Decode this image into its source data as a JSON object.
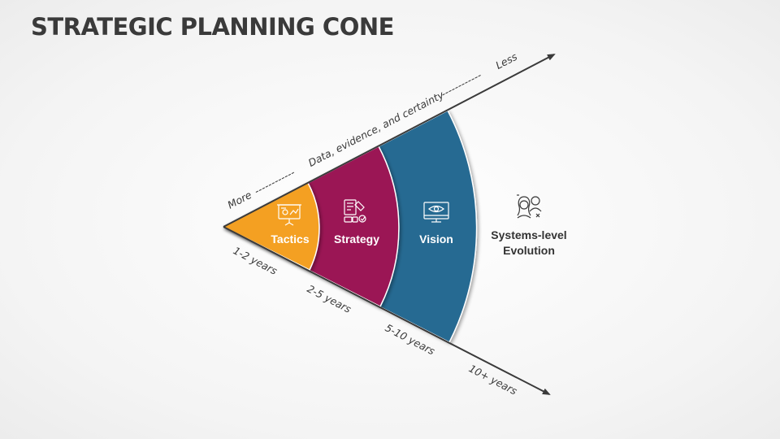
{
  "title": "STRATEGIC PLANNING CONE",
  "axis": {
    "more": "More",
    "less": "Less",
    "middle": "Data, evidence, and certainty",
    "dash_left": "------------",
    "dash_right": "------------"
  },
  "segments": [
    {
      "label": "Tactics",
      "time": "1-2 years",
      "color": "#f4a023",
      "icon": "presentation-board-icon"
    },
    {
      "label": "Strategy",
      "time": "2-5 years",
      "color": "#9b1555",
      "icon": "planning-documents-icon"
    },
    {
      "label": "Vision",
      "time": "5-10 years",
      "color": "#276a92",
      "icon": "monitor-eye-icon"
    }
  ],
  "outer": {
    "label_line1": "Systems-level",
    "label_line2": "Evolution",
    "time": "10+ years",
    "icon": "people-evolution-icon"
  }
}
